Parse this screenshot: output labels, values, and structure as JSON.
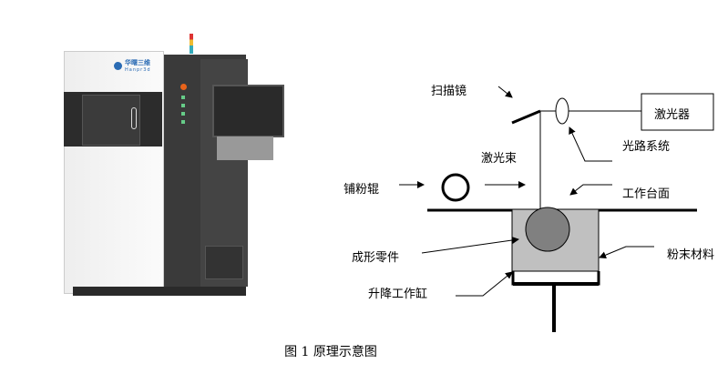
{
  "printer": {
    "brand": "华曙三维",
    "brand_en": "Hanpr3d"
  },
  "diagram": {
    "scan_mirror": "扫描镜",
    "laser": "激光器",
    "optical_system": "光路系统",
    "laser_beam": "激光束",
    "roller": "铺粉辊",
    "work_table": "工作台面",
    "formed_part": "成形零件",
    "powder": "粉末材料",
    "lift_cylinder": "升降工作缸"
  },
  "caption": "图 1  原理示意图"
}
